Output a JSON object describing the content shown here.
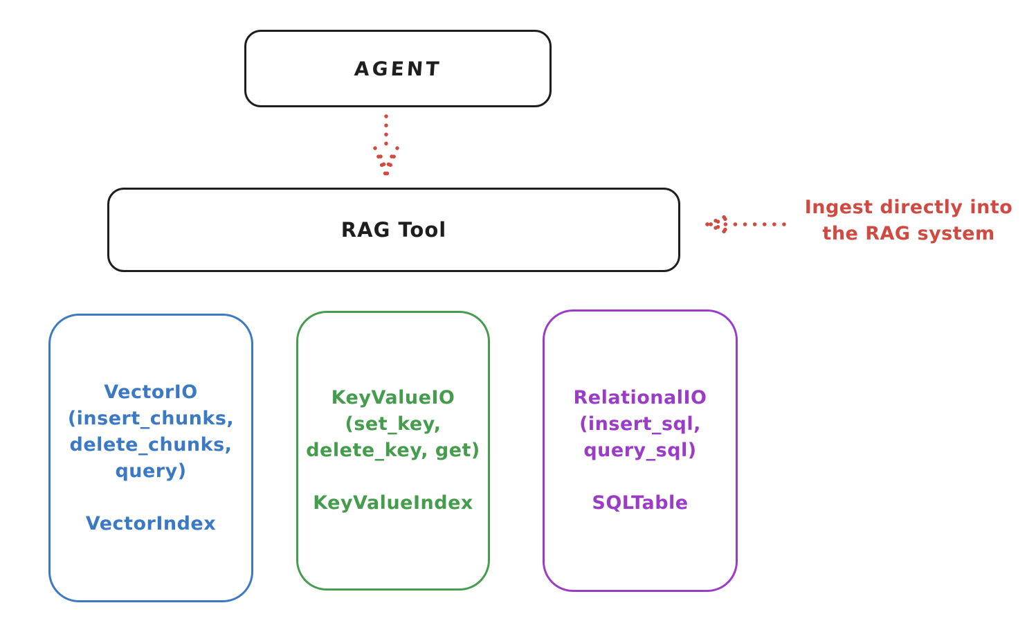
{
  "colors": {
    "ink": "#1e1e1e",
    "accent_red": "#d04a41",
    "vector_blue": "#3b79c4",
    "keyvalue_green": "#459c4d",
    "relational_purple": "#9b3cc8"
  },
  "agent": {
    "label": "AGENT"
  },
  "rag_tool": {
    "label": "RAG Tool"
  },
  "annotation": {
    "line1": "Ingest directly into",
    "line2": "the RAG system"
  },
  "arrows": {
    "agent_to_rag": "dotted-down-arrow",
    "annotation_to_rag": "dotted-left-arrow"
  },
  "storages": [
    {
      "id": "vector-io",
      "color": "#3b79c4",
      "lines": [
        "VectorIO",
        "(insert_chunks,",
        "delete_chunks,",
        "query)"
      ],
      "index_label": "VectorIndex"
    },
    {
      "id": "keyvalue-io",
      "color": "#459c4d",
      "lines": [
        "KeyValueIO",
        "(set_key,",
        "delete_key, get)"
      ],
      "index_label": "KeyValueIndex"
    },
    {
      "id": "relational-io",
      "color": "#9b3cc8",
      "lines": [
        "RelationalIO",
        "(insert_sql,",
        "query_sql)"
      ],
      "index_label": "SQLTable"
    }
  ]
}
